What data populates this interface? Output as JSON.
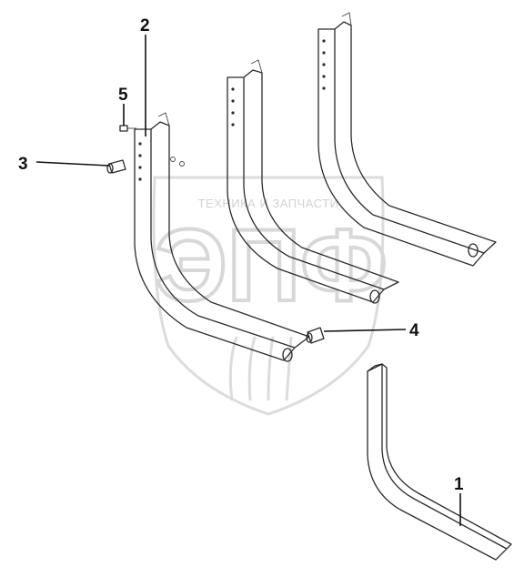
{
  "watermark": {
    "caption": "ТЕХНИКА И ЗАПЧАСТИ",
    "logo": "ЭПФ"
  },
  "callouts": [
    {
      "id": "1",
      "label": "1",
      "part": "fork-tine-single"
    },
    {
      "id": "2",
      "label": "2",
      "part": "fork-tine-assembly"
    },
    {
      "id": "3",
      "label": "3",
      "part": "pin-left"
    },
    {
      "id": "4",
      "label": "4",
      "part": "pin-right"
    },
    {
      "id": "5",
      "label": "5",
      "part": "bolt"
    }
  ],
  "colors": {
    "line": "#2a2a2a",
    "watermark": "#d8d8d8",
    "background": "#ffffff"
  }
}
